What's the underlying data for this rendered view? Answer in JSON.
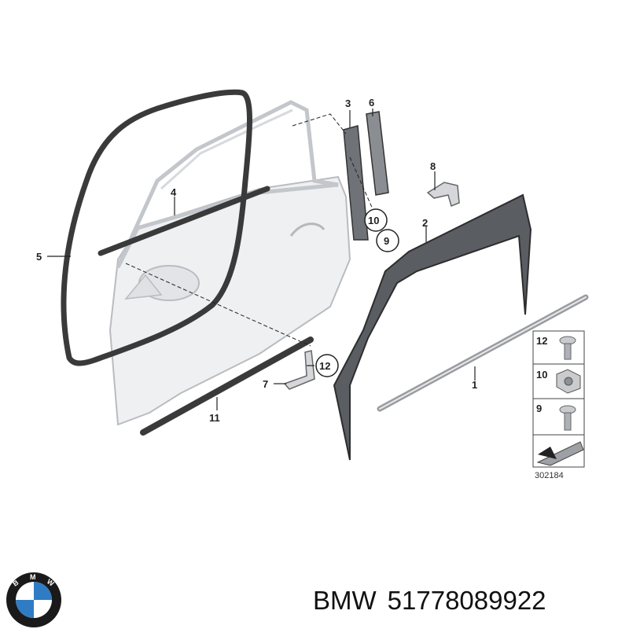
{
  "callouts": {
    "c1": "1",
    "c2": "2",
    "c3": "3",
    "c4": "4",
    "c5": "5",
    "c6": "6",
    "c7": "7",
    "c8": "8",
    "c9": "9",
    "c10": "10",
    "c11": "11",
    "c12": "12"
  },
  "legend": {
    "rows": [
      "12",
      "10",
      "9"
    ],
    "reference_number": "302184"
  },
  "caption": {
    "brand": "BMW",
    "part_number": "51778089922"
  },
  "logo": {
    "letters": [
      "B",
      "M",
      "W"
    ],
    "colors": {
      "ring": "#1a1a1a",
      "blue": "#2f7cc4",
      "white": "#ffffff"
    }
  },
  "colors": {
    "door_fill": "#eef0f2",
    "door_stroke": "#b9bcc0",
    "seal": "#3a3a3a",
    "leader": "#222222"
  }
}
